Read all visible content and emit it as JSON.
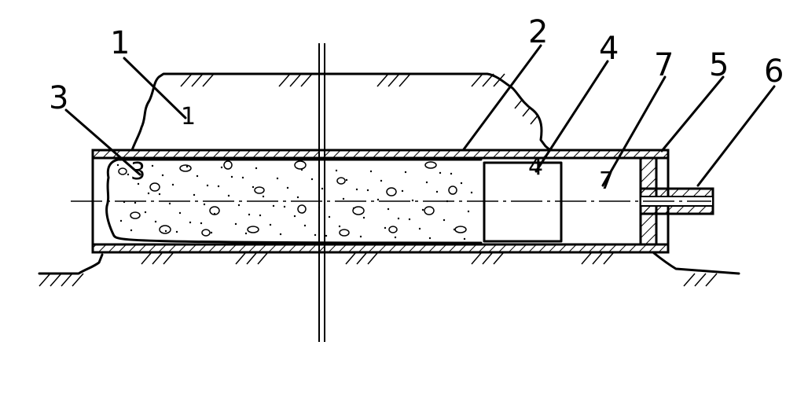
{
  "diagram": {
    "labels": [
      {
        "key": "ground_mass",
        "text": "1"
      },
      {
        "key": "outer_tube",
        "text": "2"
      },
      {
        "key": "aggregate_fill",
        "text": "3"
      },
      {
        "key": "piston_block",
        "text": "4"
      },
      {
        "key": "end_cap",
        "text": "5"
      },
      {
        "key": "outlet_pipe",
        "text": "6"
      },
      {
        "key": "chamber",
        "text": "7"
      }
    ]
  }
}
